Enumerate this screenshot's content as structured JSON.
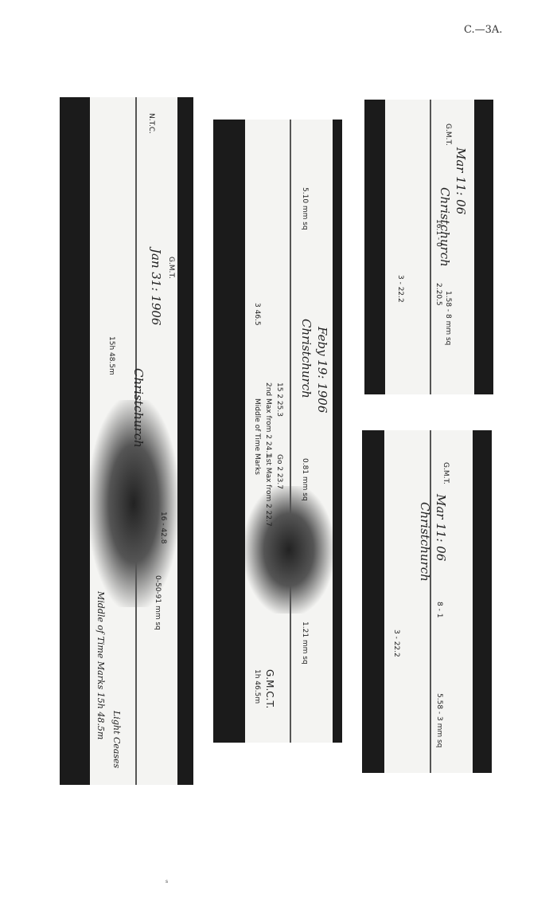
{
  "page_ref": "C.—3A.",
  "footer_mark": "s",
  "records": [
    {
      "title": "Christchurch",
      "date": "Jan 31: 1906",
      "tz": "G.M.T.",
      "labels": [
        "N.T.C.",
        "15h 48.5m",
        "Middle of Time Marks 15h 48.5m",
        "16 - 42.8",
        "0-50-91 mm sq",
        "Light Ceases"
      ]
    },
    {
      "title": "Christchurch",
      "date": "Feby 19: 1906",
      "tz": "G.M.C.T.",
      "labels": [
        "3 46.5",
        "Middle of Time Marks",
        "1st Max from 2 22.7",
        "2nd Max from 2 24.1",
        "Go 2 23.7",
        "15 2 25.3",
        "5.10 mm sq",
        "0.81 mm sq",
        "1.21 mm sq",
        "1h 46.5m"
      ]
    },
    {
      "title": "Christchurch",
      "date": "Mar 11: 06",
      "tz": "G.M.T.",
      "labels": [
        "16.1 - 0",
        "2.20.5",
        "1.58 - 8 mm sq",
        "3 - 22.2"
      ]
    },
    {
      "title": "Christchurch",
      "date": "Mar 11: 06",
      "tz": "G.M.T.",
      "labels": [
        "3 - 22.2",
        "8 - 1",
        "5.58 - 3 mm sq"
      ]
    }
  ]
}
